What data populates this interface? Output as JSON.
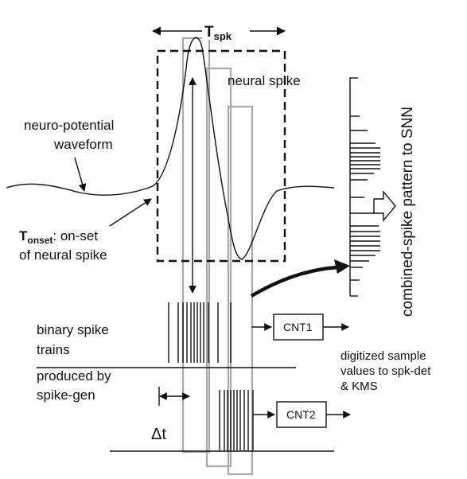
{
  "labels": {
    "t_spk": "T",
    "t_spk_sub": "spk",
    "neural_spike": "neural spike",
    "waveform_line1": "neuro-potential",
    "waveform_line2": "waveform",
    "t_onset": "T",
    "t_onset_sub": "onset",
    "t_onset_rest": ": on-set",
    "t_onset_line2": "of neural spike",
    "binary_line1": "binary spike",
    "binary_line2": "trains",
    "binary_line3": "produced by",
    "binary_line4": "spike-gen",
    "delta_t": "Δt",
    "cnt1": "CNT1",
    "cnt2": "CNT2",
    "digitized_line1": "digitized sample",
    "digitized_line2": "values to spk-det",
    "digitized_line3": "& KMS",
    "combined": "combined-spike pattern to SNN"
  },
  "colors": {
    "ink": "#111111",
    "window": "#a8a8a8"
  }
}
